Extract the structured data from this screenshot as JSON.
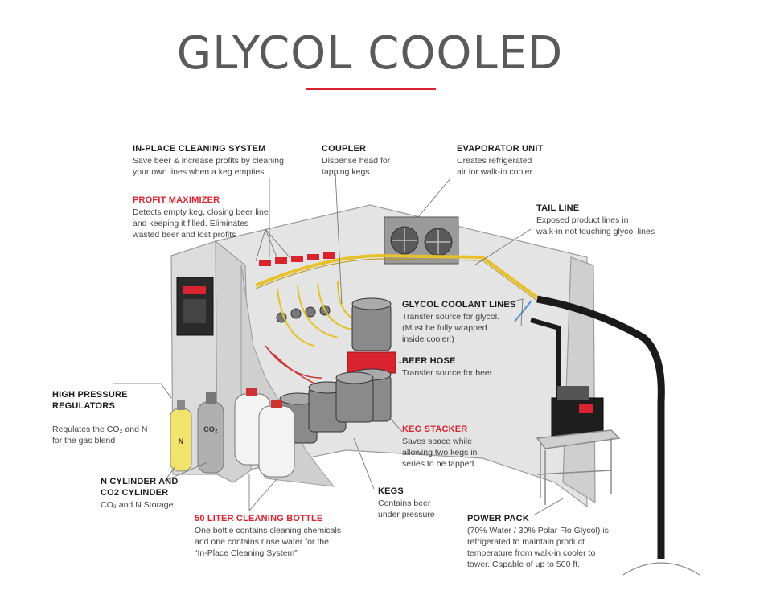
{
  "title": "GLYCOL COOLED",
  "colors": {
    "accent_red": "#d9232e",
    "glycol_line": "#e6c12a",
    "wall": "#d8d8d8",
    "keg": "#8a8a8a",
    "nitrogen_tank": "#f1e36b",
    "power_pack": "#1e1e1e"
  },
  "labels": {
    "in_place_cleaning": {
      "heading": "IN-PLACE CLEANING SYSTEM",
      "text": "Save beer & increase profits by cleaning\nyour own lines when a keg empties"
    },
    "profit_maximizer": {
      "heading": "PROFIT MAXIMIZER",
      "text": "Detects empty keg, closing beer line\nand keeping it filled. Eliminates\nwasted beer and lost profits"
    },
    "coupler": {
      "heading": "COUPLER",
      "text": "Dispense head for\ntapping kegs"
    },
    "evaporator_unit": {
      "heading": "EVAPORATOR UNIT",
      "text": "Creates refrigerated\nair for walk-in cooler"
    },
    "tail_line": {
      "heading": "TAIL LINE",
      "text": "Exposed product lines in\nwalk-in not touching glycol lines"
    },
    "glycol_coolant_lines": {
      "heading": "GLYCOL COOLANT LINES",
      "text": "Transfer source for glycol.\n(Must be fully wrapped\ninside cooler.)"
    },
    "beer_hose": {
      "heading": "BEER HOSE",
      "text": "Transfer source for beer"
    },
    "keg_stacker": {
      "heading": "KEG STACKER",
      "text": "Saves space while\nallowing two kegs in\nseries to be tapped"
    },
    "high_pressure_regulators": {
      "heading": "HIGH PRESSURE\nREGULATORS",
      "text": "Regulates the CO₂ and N\nfor the gas blend"
    },
    "n_cylinder": {
      "heading": "N CYLINDER AND\nCO2 CYLINDER",
      "text": "CO₂ and N Storage"
    },
    "kegs": {
      "heading": "KEGS",
      "text": "Contains beer\nunder pressure"
    },
    "cleaning_bottle": {
      "heading": "50 LITER CLEANING BOTTLE",
      "text": "One bottle contains cleaning chemicals\nand one contains rinse water for the\n“In-Place Cleaning System”"
    },
    "power_pack": {
      "heading": "POWER PACK",
      "text": "(70% Water / 30% Polar Flo Glycol) is\nrefrigerated to maintain product\ntemperature from walk-in cooler to\ntower. Capable of up to 500 ft."
    }
  },
  "tank_labels": {
    "n_tank": "N",
    "co2_tank": "CO₂"
  }
}
